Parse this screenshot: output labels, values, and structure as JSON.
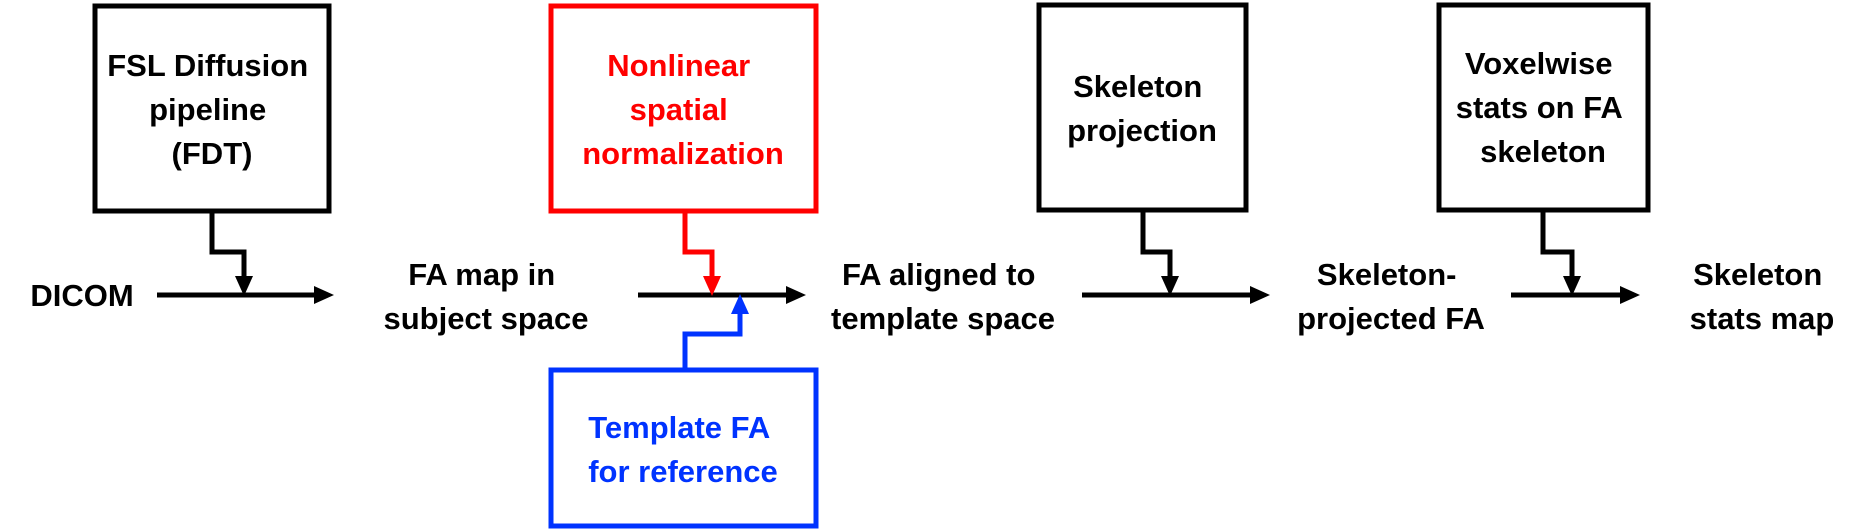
{
  "colors": {
    "default": "#000000",
    "normalization": "#ff0000",
    "template": "#0033ff"
  },
  "process_boxes": {
    "fdt": {
      "lines": [
        "FSL Diffusion",
        "pipeline",
        "(FDT)"
      ]
    },
    "normalization": {
      "lines": [
        "Nonlinear",
        "spatial",
        "normalization"
      ]
    },
    "skeleton_projection": {
      "lines": [
        "Skeleton",
        "projection"
      ]
    },
    "voxelwise_stats": {
      "lines": [
        "Voxelwise",
        "stats on FA",
        "skeleton"
      ]
    },
    "template_fa": {
      "lines": [
        "Template FA",
        "for reference"
      ]
    }
  },
  "data_nodes": {
    "dicom": {
      "lines": [
        "DICOM"
      ]
    },
    "fa_subject": {
      "lines": [
        "FA map in",
        "subject space"
      ]
    },
    "fa_template": {
      "lines": [
        "FA aligned to",
        "template space"
      ]
    },
    "skeleton_fa": {
      "lines": [
        "Skeleton-",
        "projected FA"
      ]
    },
    "skeleton_stats": {
      "lines": [
        "Skeleton",
        "stats map"
      ]
    }
  }
}
